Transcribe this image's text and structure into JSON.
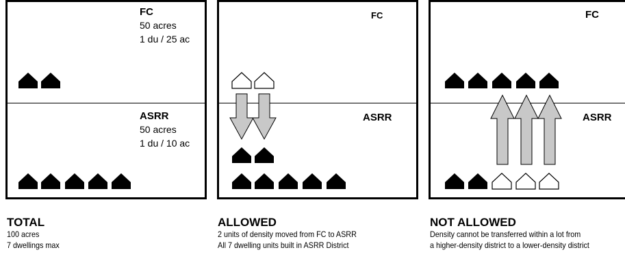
{
  "panels": [
    {
      "upper": {
        "label": "FC",
        "area": "50 acres",
        "rate": "1 du / 25 ac"
      },
      "lower": {
        "label": "ASRR",
        "area": "50 acres",
        "rate": "1 du / 10 ac"
      },
      "caption": {
        "title": "TOTAL",
        "line1": "100 acres",
        "line2": "7 dwellings max"
      }
    },
    {
      "upper": {
        "label": "FC"
      },
      "lower": {
        "label": "ASRR"
      },
      "caption": {
        "title": "ALLOWED",
        "line1": "2 units of density moved from FC to ASRR",
        "line2": "All 7 dwelling units built in ASRR District"
      }
    },
    {
      "upper": {
        "label": "FC"
      },
      "lower": {
        "label": "ASRR"
      },
      "caption": {
        "title": "NOT ALLOWED",
        "line1": "Density cannot be transferred within a lot from",
        "line2": "a higher-density district to a lower-density district"
      }
    }
  ],
  "legend_colors": {
    "built_dwelling": "#000000",
    "unbuilt_dwelling": "#ffffff",
    "transfer_arrow": "#c8c8c8"
  },
  "icons": {
    "dwelling": "house-icon",
    "transfer": "arrow-icon"
  }
}
